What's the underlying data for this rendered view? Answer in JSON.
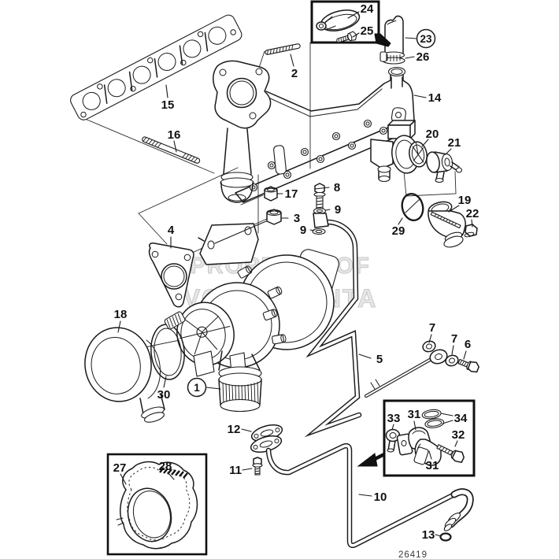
{
  "diagram": {
    "drawing_number": "26419",
    "watermark": {
      "line1": "PROPERTY OF",
      "line2": "VOLVO PENTA"
    },
    "callouts": {
      "n1": "1",
      "n2": "2",
      "n3": "3",
      "n4": "4",
      "n5": "5",
      "n6": "6",
      "n7a": "7",
      "n7b": "7",
      "n8": "8",
      "n9a": "9",
      "n9b": "9",
      "n10": "10",
      "n11": "11",
      "n12": "12",
      "n13": "13",
      "n14": "14",
      "n15": "15",
      "n16": "16",
      "n17": "17",
      "n18": "18",
      "n19": "19",
      "n20": "20",
      "n21": "21",
      "n22": "22",
      "n23": "23",
      "n24": "24",
      "n25": "25",
      "n26": "26",
      "n27": "27",
      "n28": "28",
      "n29": "29",
      "n30": "30",
      "n31a": "31",
      "n31b": "31",
      "n32": "32",
      "n33": "33",
      "n34": "34"
    }
  }
}
